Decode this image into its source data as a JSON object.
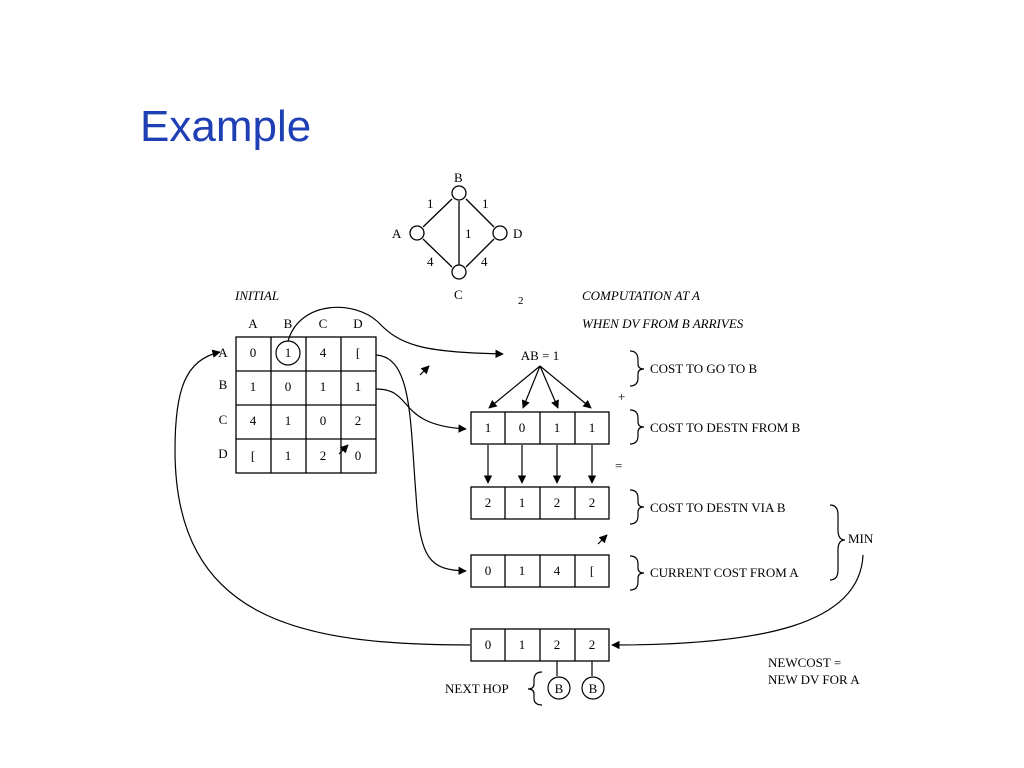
{
  "title": "Example",
  "network": {
    "nodes": [
      {
        "id": "A",
        "label": "A"
      },
      {
        "id": "B",
        "label": "B"
      },
      {
        "id": "C",
        "label": "C"
      },
      {
        "id": "D",
        "label": "D"
      }
    ],
    "edges": [
      {
        "from": "A",
        "to": "B",
        "weight": "1"
      },
      {
        "from": "B",
        "to": "D",
        "weight": "1"
      },
      {
        "from": "B",
        "to": "C",
        "weight": "1"
      },
      {
        "from": "A",
        "to": "C",
        "weight": "4"
      },
      {
        "from": "C",
        "to": "D",
        "weight": "4"
      }
    ]
  },
  "slide_number": "2",
  "initial": {
    "label": "INITIAL",
    "col_headers": [
      "A",
      "B",
      "C",
      "D"
    ],
    "row_headers": [
      "A",
      "B",
      "C",
      "D"
    ],
    "rows": [
      [
        "0",
        "1",
        "4",
        "["
      ],
      [
        "1",
        "0",
        "1",
        "1"
      ],
      [
        "4",
        "1",
        "0",
        "2"
      ],
      [
        "[",
        "1",
        "2",
        "0"
      ]
    ]
  },
  "computation": {
    "heading_line1": "COMPUTATION AT A",
    "heading_line2": "WHEN DV FROM B ARRIVES",
    "ab_label": "AB = 1",
    "plus": "+",
    "equals": "=",
    "cost_to_destn_from_b": [
      "1",
      "0",
      "1",
      "1"
    ],
    "cost_to_destn_via_b": [
      "2",
      "1",
      "2",
      "2"
    ],
    "current_cost_from_a": [
      "0",
      "1",
      "4",
      "["
    ],
    "new_cost": [
      "0",
      "1",
      "2",
      "2"
    ],
    "labels": {
      "cost_to_go_to_b": "COST TO GO TO B",
      "cost_to_destn_from_b": "COST TO DESTN FROM B",
      "cost_to_destn_via_b": "COST TO DESTN VIA B",
      "current_cost_from_a": "CURRENT COST FROM A",
      "min": "MIN",
      "newcost_line1": "NEWCOST =",
      "newcost_line2": "NEW DV FOR A",
      "next_hop": "NEXT HOP"
    },
    "next_hops": [
      "B",
      "B"
    ]
  }
}
